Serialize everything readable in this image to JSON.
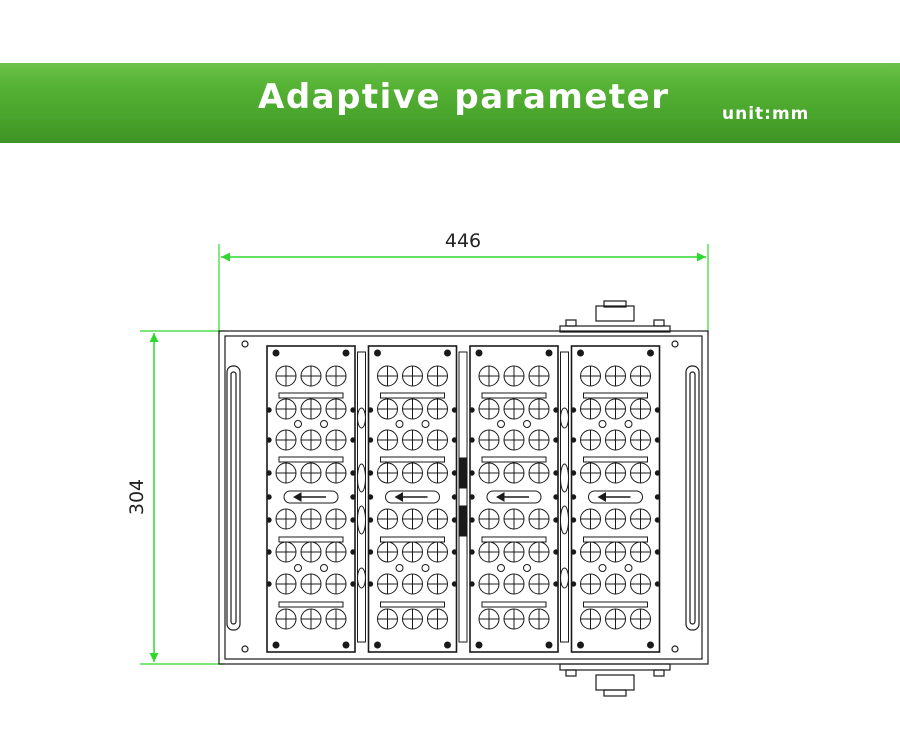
{
  "header": {
    "title": "Adaptive parameter",
    "unit": "unit:mm"
  },
  "dimensions": {
    "width": "446",
    "height": "304"
  },
  "colors": {
    "banner": "#4fab30",
    "dimension_line": "#2fd82f",
    "outline": "#1a1a1a"
  },
  "drawing": {
    "module_count": 4,
    "module_direction": "left-arrow"
  }
}
